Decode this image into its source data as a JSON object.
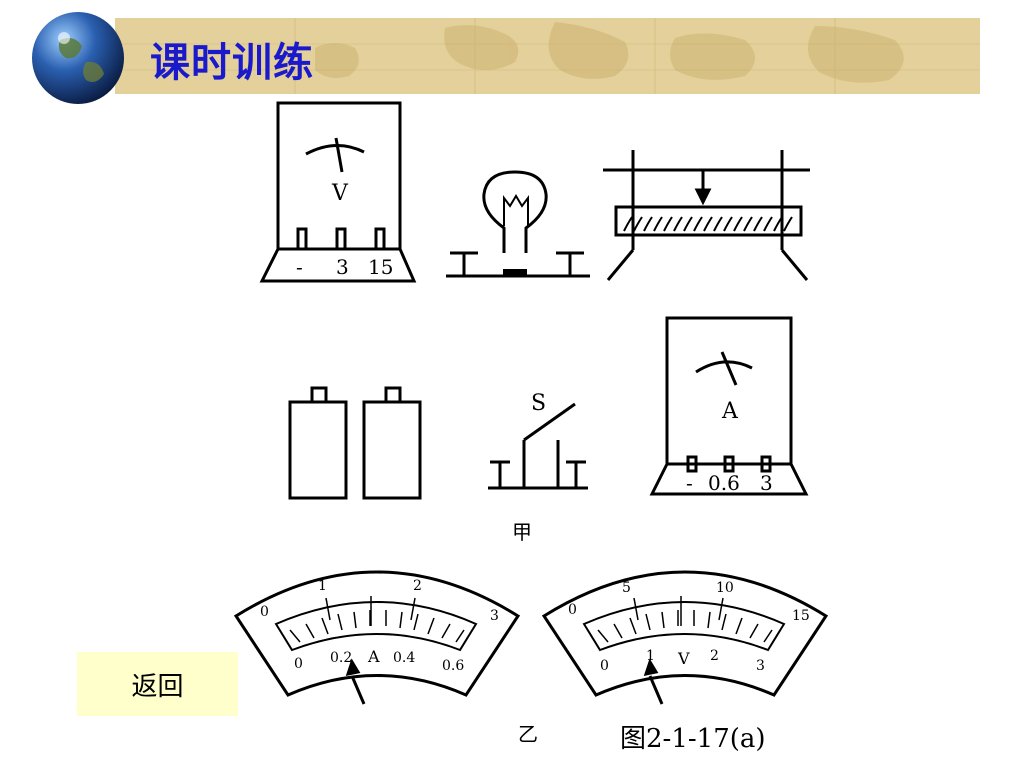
{
  "header": {
    "title": "课时训练"
  },
  "labels": {
    "jia": "甲",
    "yi": "乙",
    "caption": "图2-1-17(a)"
  },
  "back_button": {
    "label": "返回"
  },
  "voltmeter": {
    "symbol": "V",
    "terminals": [
      "-",
      "3",
      "15"
    ]
  },
  "ammeter": {
    "symbol": "A",
    "terminals": [
      "-",
      "0.6",
      "3"
    ]
  },
  "switch": {
    "symbol": "S"
  },
  "ammeter_dial": {
    "unit": "A",
    "top_scale": [
      "0",
      "1",
      "2",
      "3"
    ],
    "bottom_scale": [
      "0",
      "0.2",
      "0.4",
      "0.6"
    ]
  },
  "voltmeter_dial": {
    "unit": "V",
    "top_scale": [
      "0",
      "5",
      "10",
      "15"
    ],
    "bottom_scale": [
      "0",
      "1",
      "2",
      "3"
    ]
  }
}
